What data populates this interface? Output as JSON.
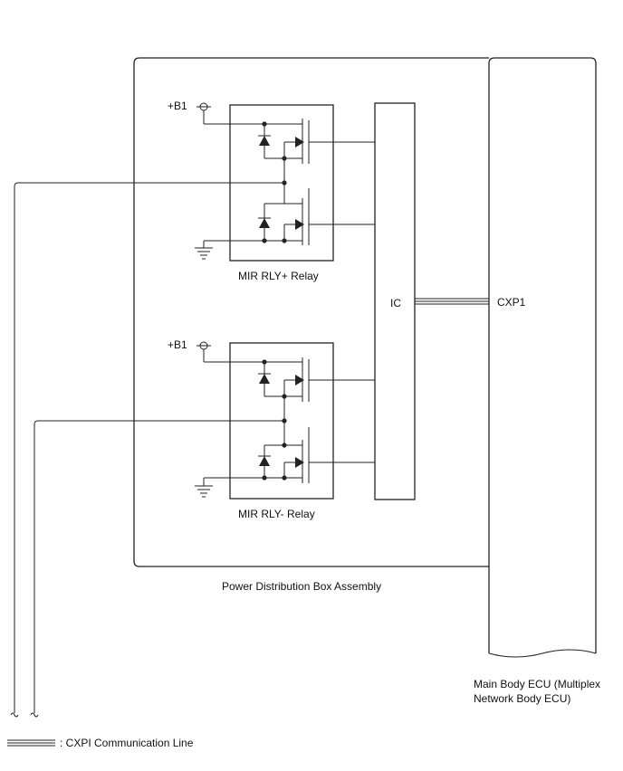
{
  "labels": {
    "b1_upper": "+B1",
    "b1_lower": "+B1",
    "relay_plus": "MIR RLY+ Relay",
    "relay_minus": "MIR RLY- Relay",
    "ic": "IC",
    "cxp1": "CXP1",
    "pdb": "Power Distribution Box Assembly",
    "ecu_line1": "Main Body ECU (Multiplex",
    "ecu_line2": "Network Body ECU)",
    "legend": ": CXPI Communication Line"
  }
}
